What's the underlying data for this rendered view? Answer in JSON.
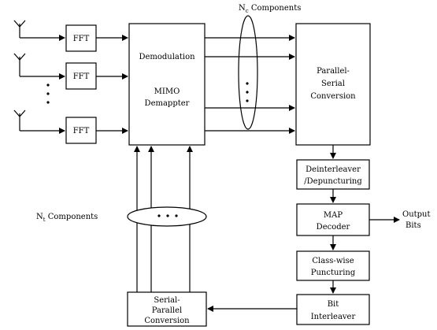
{
  "blocks": {
    "fft": "FFT",
    "demod": [
      "Demodulation",
      "MIMO",
      "Demappter"
    ],
    "ps": [
      "Parallel-",
      "Serial",
      "Conversion"
    ],
    "deint": [
      "Deinterleaver",
      "/Depuncturing"
    ],
    "map": [
      "MAP",
      "Decoder"
    ],
    "cw": [
      "Class-wise",
      "Puncturing"
    ],
    "bi": [
      "Bit",
      "Interleaver"
    ],
    "sp": [
      "Serial-",
      "Parallel",
      "Conversion"
    ]
  },
  "labels": {
    "nc_top": {
      "base": "N",
      "sub": "c",
      "text": " Components"
    },
    "nt_left": {
      "base": "N",
      "sub": "t",
      "text": " Components"
    },
    "output": [
      "Output",
      "Bits"
    ],
    "ellipsis_vertical": "⋮",
    "ellipsis_horizontal": "• • •"
  }
}
